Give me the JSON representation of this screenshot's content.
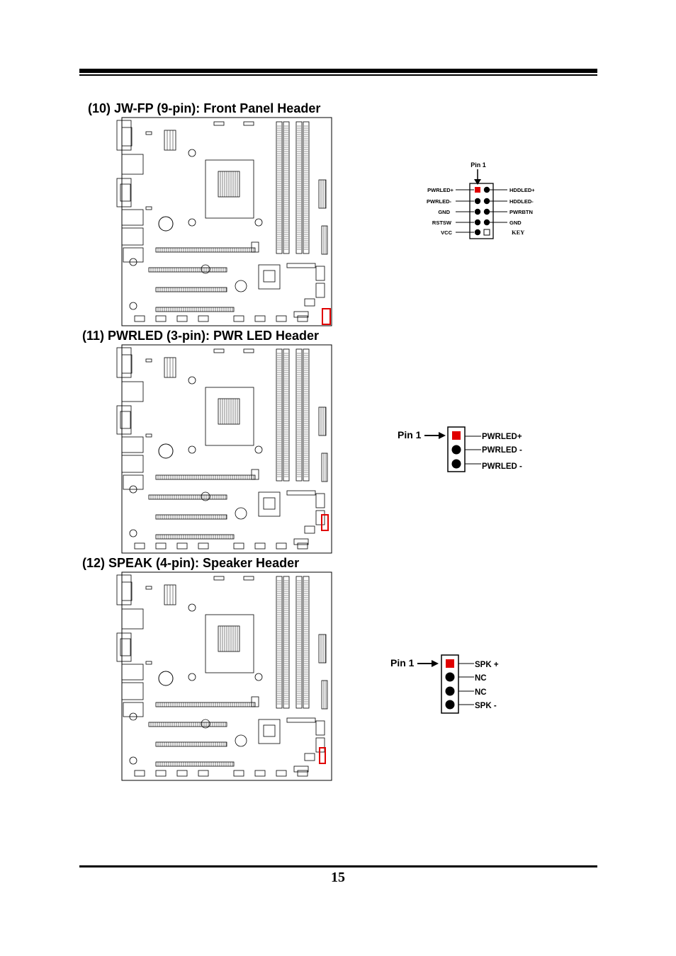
{
  "page_number": "15",
  "sections": [
    {
      "heading": "(10) JW-FP (9-pin): Front Panel Header",
      "pin1_label": "Pin 1",
      "left_labels": [
        "PWRLED+",
        "PWRLED-",
        "GND",
        "RSTSW",
        "VCC"
      ],
      "right_labels": [
        "HDDLED+",
        "HDDLED-",
        "PWRBTN",
        "GND"
      ],
      "key_label": "KEY"
    },
    {
      "heading": "(11) PWRLED (3-pin): PWR LED Header",
      "pin1_label": "Pin 1",
      "labels": [
        "PWRLED+",
        "PWRLED -",
        "PWRLED -"
      ]
    },
    {
      "heading": "(12) SPEAK (4-pin): Speaker Header",
      "pin1_label": "Pin 1",
      "labels": [
        "SPK +",
        "NC",
        "NC",
        "SPK -"
      ]
    }
  ],
  "colors": {
    "pin1": "#e00000",
    "highlight": "#e00000",
    "ink": "#000000"
  }
}
